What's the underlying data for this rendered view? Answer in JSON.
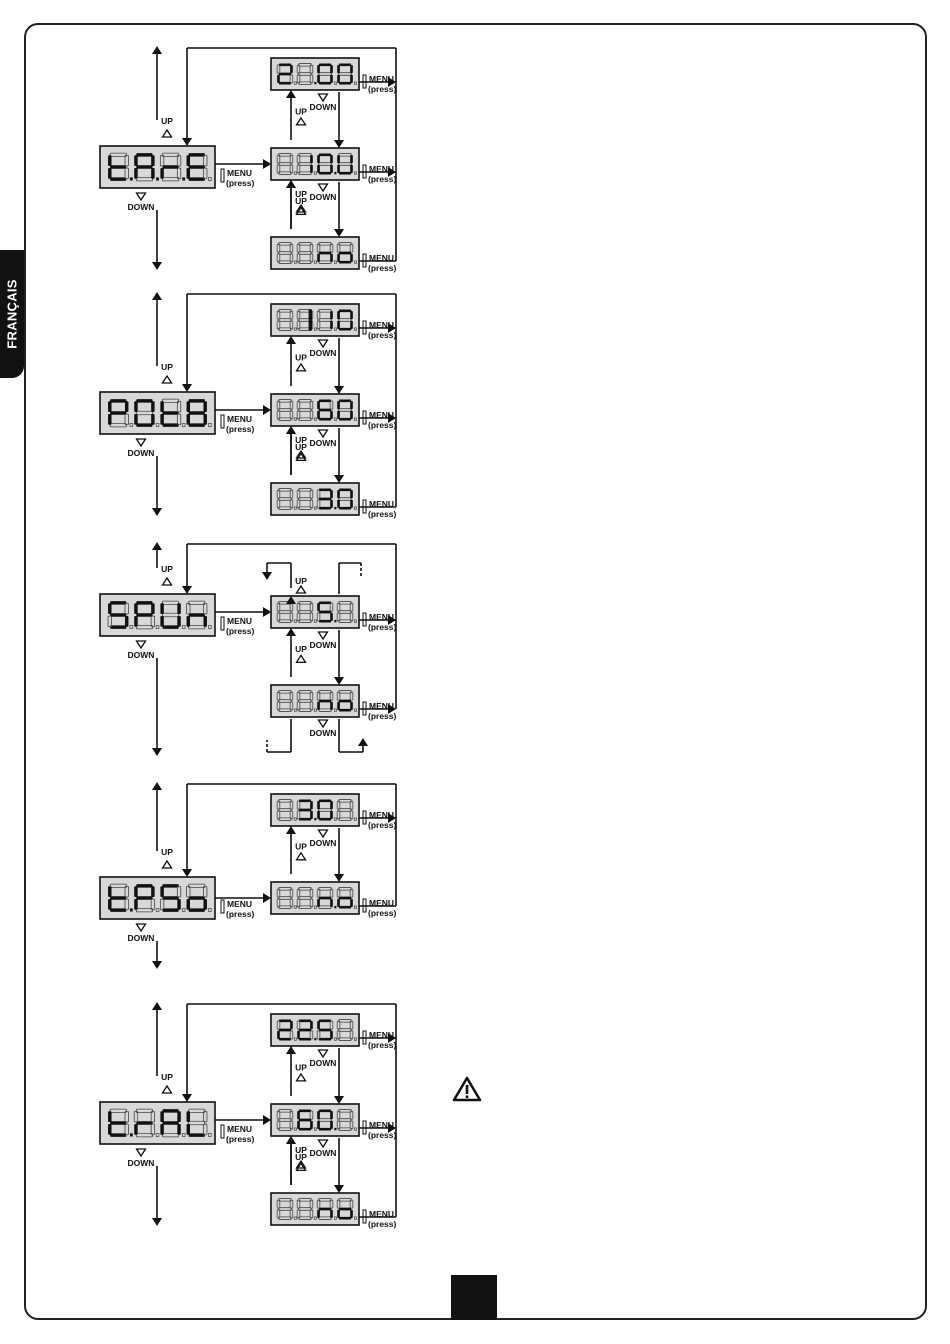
{
  "side_tab": {
    "label": "FRANÇAIS"
  },
  "labels": {
    "up": "UP",
    "down": "DOWN",
    "menu": "MENU",
    "press": "(press)"
  },
  "menus": [
    {
      "id": "tape",
      "main": [
        "t",
        "A",
        "r",
        "E"
      ],
      "main_dp": [
        true,
        true,
        true,
        false
      ],
      "options": [
        {
          "chars": [
            "2",
            "1",
            "0",
            "0"
          ],
          "dp": [
            false,
            true,
            false,
            false
          ],
          "lit": [
            true,
            false,
            true,
            true
          ]
        },
        {
          "chars": [
            "8",
            "1",
            "0",
            "U"
          ],
          "dp": [
            false,
            false,
            true,
            false
          ],
          "lit": [
            false,
            true,
            true,
            true
          ]
        },
        {
          "chars": [
            "8",
            "8",
            "n",
            "o"
          ],
          "dp": [
            false,
            false,
            false,
            false
          ],
          "lit": [
            false,
            false,
            true,
            true
          ]
        }
      ],
      "variant": "three"
    },
    {
      "id": "pote",
      "main": [
        "P",
        "O",
        "t",
        "8"
      ],
      "main_dp": [
        false,
        false,
        false,
        false
      ],
      "options": [
        {
          "chars": [
            "8",
            "8",
            "1",
            "0",
            "0"
          ],
          "dp": [
            false,
            false,
            false,
            false
          ],
          "lit": [
            false,
            false,
            true,
            true
          ]
        },
        {
          "chars": [
            "8",
            "8",
            "6",
            "0"
          ],
          "dp": [
            false,
            false,
            false,
            false
          ],
          "lit": [
            false,
            false,
            true,
            true
          ]
        },
        {
          "chars": [
            "8",
            "8",
            "3",
            "0"
          ],
          "dp": [
            false,
            false,
            true,
            false
          ],
          "lit": [
            false,
            false,
            true,
            true
          ]
        }
      ],
      "variant": "three"
    },
    {
      "id": "spun",
      "main": [
        "S",
        "P",
        "U",
        "n"
      ],
      "main_dp": [
        false,
        false,
        false,
        false
      ],
      "options": [
        {
          "chars": [
            "8",
            "8",
            "S",
            "8"
          ],
          "dp": [
            false,
            false,
            true,
            false
          ],
          "lit": [
            false,
            false,
            true,
            false
          ]
        },
        {
          "chars": [
            "8",
            "8",
            "n",
            "o"
          ],
          "dp": [
            false,
            false,
            false,
            false
          ],
          "lit": [
            false,
            false,
            true,
            true
          ]
        }
      ],
      "variant": "loop"
    },
    {
      "id": "tpso",
      "main": [
        "t",
        "P",
        "S",
        "o"
      ],
      "main_dp": [
        true,
        false,
        false,
        false
      ],
      "options": [
        {
          "chars": [
            "8",
            "3",
            "0",
            "U"
          ],
          "dp": [
            false,
            true,
            false,
            false
          ],
          "lit": [
            false,
            true,
            true,
            false
          ]
        },
        {
          "chars": [
            "8",
            "8",
            "n",
            "o"
          ],
          "dp": [
            false,
            false,
            true,
            false
          ],
          "lit": [
            false,
            false,
            true,
            true
          ]
        }
      ],
      "variant": "two"
    },
    {
      "id": "tral",
      "main": [
        "t",
        "r",
        "A",
        "L"
      ],
      "main_dp": [
        true,
        false,
        false,
        false
      ],
      "options": [
        {
          "chars": [
            "2",
            "2",
            "5",
            "U"
          ],
          "dp": [
            false,
            true,
            false,
            false
          ],
          "lit": [
            true,
            true,
            true,
            false
          ]
        },
        {
          "chars": [
            "8",
            "6",
            "0",
            "U"
          ],
          "dp": [
            false,
            false,
            true,
            false
          ],
          "lit": [
            false,
            true,
            true,
            false
          ]
        },
        {
          "chars": [
            "8",
            "8",
            "n",
            "o"
          ],
          "dp": [
            false,
            false,
            false,
            false
          ],
          "lit": [
            false,
            false,
            true,
            true
          ]
        }
      ],
      "variant": "three"
    }
  ]
}
